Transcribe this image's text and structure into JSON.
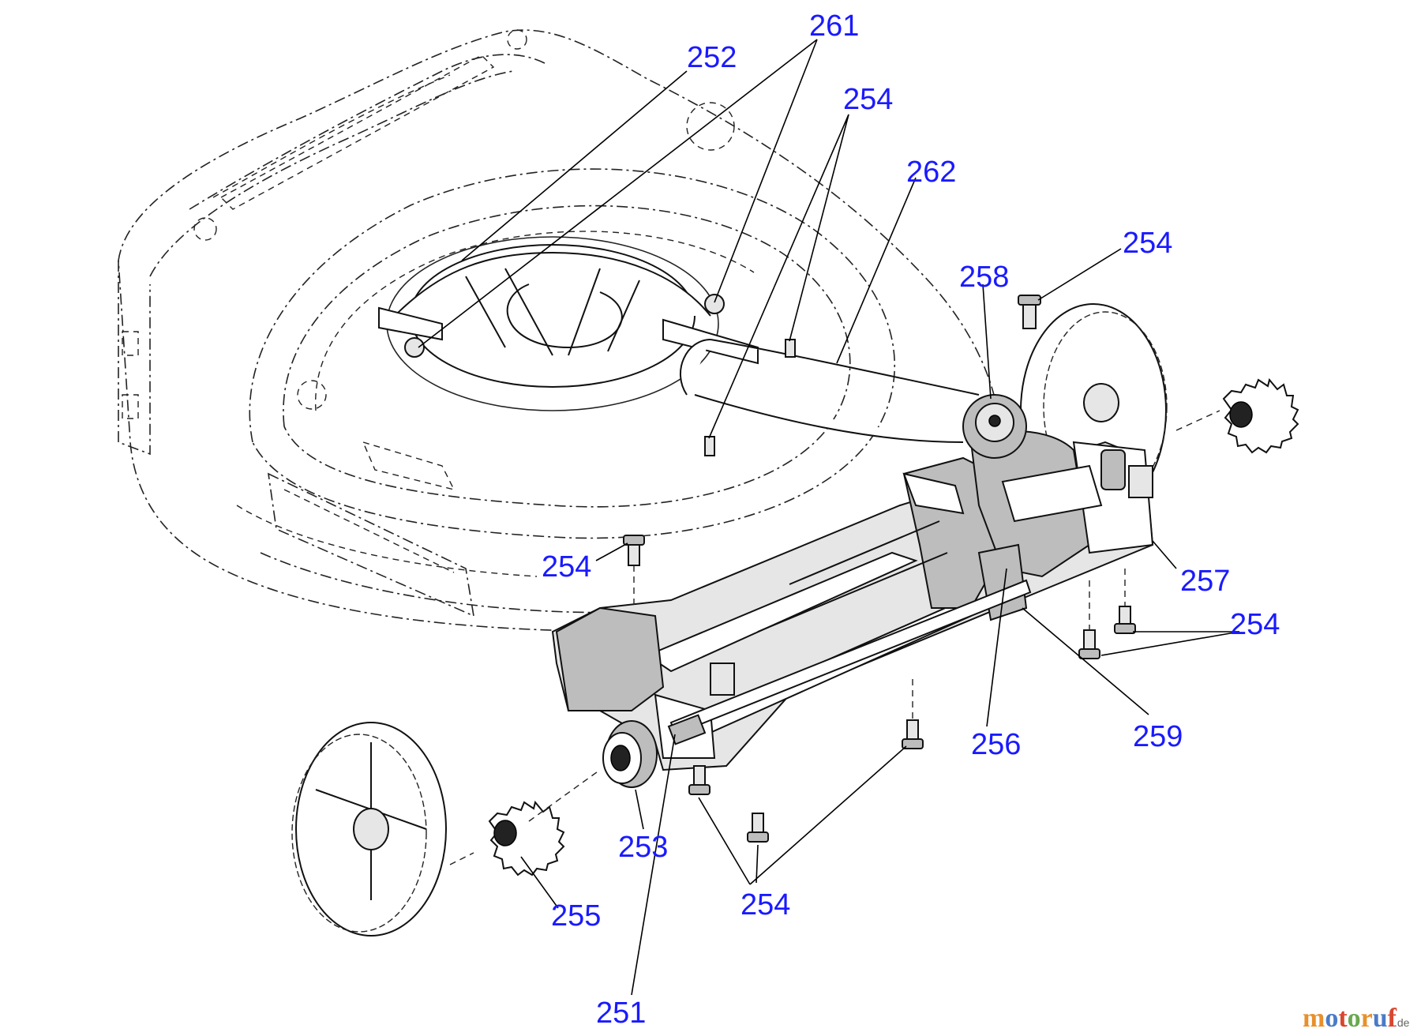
{
  "callouts": [
    {
      "id": "c261",
      "text": "261"
    },
    {
      "id": "c252",
      "text": "252"
    },
    {
      "id": "c254a",
      "text": "254"
    },
    {
      "id": "c262",
      "text": "262"
    },
    {
      "id": "c254b",
      "text": "254"
    },
    {
      "id": "c258",
      "text": "258"
    },
    {
      "id": "c254c",
      "text": "254"
    },
    {
      "id": "c257",
      "text": "257"
    },
    {
      "id": "c254d",
      "text": "254"
    },
    {
      "id": "c256",
      "text": "256"
    },
    {
      "id": "c259",
      "text": "259"
    },
    {
      "id": "c253",
      "text": "253"
    },
    {
      "id": "c254e",
      "text": "254"
    },
    {
      "id": "c255",
      "text": "255"
    },
    {
      "id": "c251",
      "text": "251"
    }
  ],
  "watermark": {
    "brand": "motoruf",
    "suffix": ".de"
  },
  "colors": {
    "label": "#1a1aff",
    "line": "#000000",
    "background": "#ffffff"
  }
}
